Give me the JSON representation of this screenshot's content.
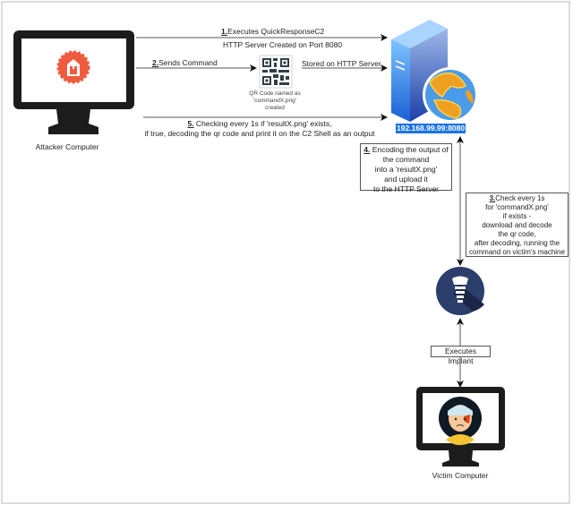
{
  "nodes": {
    "attacker": {
      "label": "Attacker Computer",
      "icon": "hacker-icon",
      "accent": "#ef5b3f"
    },
    "server": {
      "ip": "192.168.99.99:8080",
      "icon": "web-server-icon",
      "ip_highlight": "#1a73e8"
    },
    "implant": {
      "icon": "implant-icon",
      "color": "#2c3e6b"
    },
    "victim": {
      "label": "Victim Computer",
      "icon": "injured-person-icon"
    },
    "qr": {
      "icon": "qr-code-icon",
      "caption": [
        "QR Code named as",
        "'commandX.png'",
        "created"
      ]
    }
  },
  "edges": {
    "step1": {
      "num": "1.",
      "text": "Executes QuickResponseC2"
    },
    "step1_sub": "HTTP Server Created on Port 8080",
    "step2": {
      "num": "2.",
      "text": "Sends Command"
    },
    "stored": "Stored on HTTP Server",
    "step5": {
      "num": "5.",
      "line1": " Checking every 1s if 'resultX.png' exists,",
      "line2": "if true, decoding the qr code and print it on the C2 Shell as an output"
    },
    "step4": {
      "num": "4.",
      "lines": [
        " Encoding the output of",
        "the command",
        "into a 'resultX.png'",
        "and upload it",
        "to the HTTP Server"
      ]
    },
    "step3": {
      "num": "3.",
      "lines": [
        "Check every 1s",
        "for 'commandX.png'",
        "if exists -",
        "download and decode",
        "the qr code,",
        "after decoding, running the",
        "command on victim's machine"
      ]
    },
    "executes_implant": "Executes Implant"
  }
}
